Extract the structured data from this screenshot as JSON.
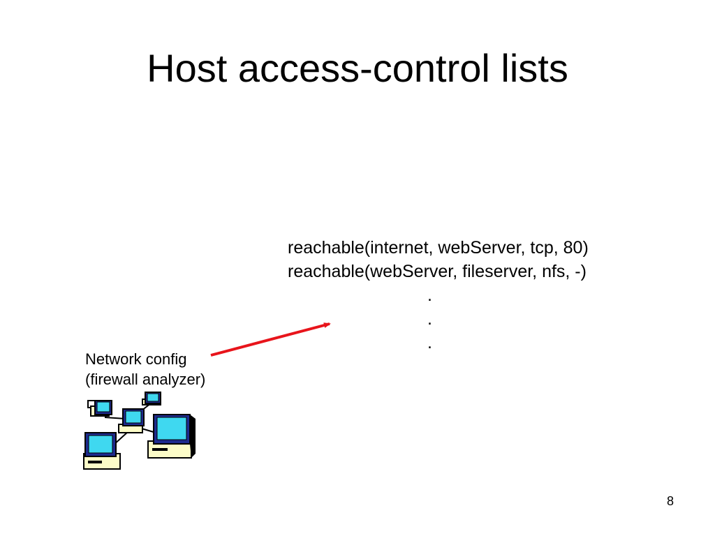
{
  "slide": {
    "title": "Host access-control lists",
    "facts": [
      "reachable(internet, webServer, tcp, 80)",
      "reachable(webServer, fileserver, nfs, -)"
    ],
    "ellipsis": [
      ".",
      ".",
      "."
    ],
    "network_label": {
      "line1": "Network config",
      "line2": "(firewall analyzer)"
    },
    "network_icon": "networked-computers-icon",
    "arrow_color": "#e8141b",
    "page_number": "8"
  }
}
